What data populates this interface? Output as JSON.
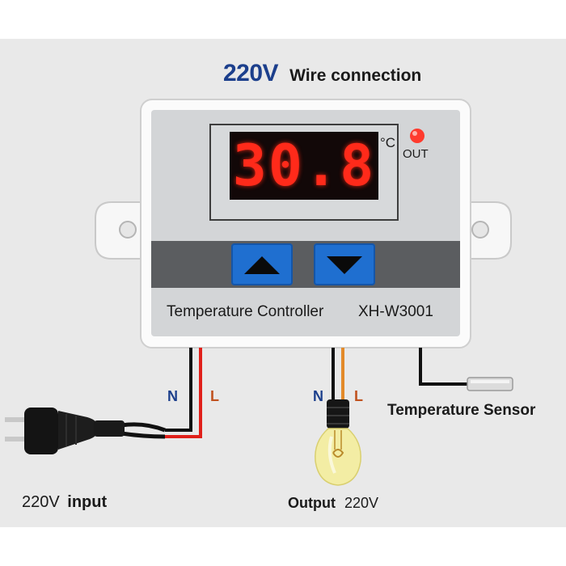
{
  "header": {
    "voltage": "220V",
    "title": "Wire connection"
  },
  "controller": {
    "reading": "30.8",
    "unit": "°C",
    "out_indicator": "OUT",
    "label": "Temperature Controller",
    "model": "XH-W3001",
    "buttons": [
      {
        "name": "up-button",
        "icon": "triangle-up-icon"
      },
      {
        "name": "down-button",
        "icon": "triangle-down-icon"
      }
    ]
  },
  "input": {
    "n_label": "N",
    "l_label": "L",
    "voltage": "220V",
    "text": "input"
  },
  "output": {
    "n_label": "N",
    "l_label": "L",
    "text": "Output",
    "voltage": "220V"
  },
  "sensor": {
    "label": "Temperature Sensor"
  },
  "colors": {
    "title_blue": "#1c3f8c",
    "display_red": "#ff2a1a",
    "button_blue": "#1f6fd0",
    "wire_red": "#e0201a",
    "wire_orange": "#e38a2a",
    "wire_black": "#111111",
    "body_grey": "#d4d6d8"
  }
}
